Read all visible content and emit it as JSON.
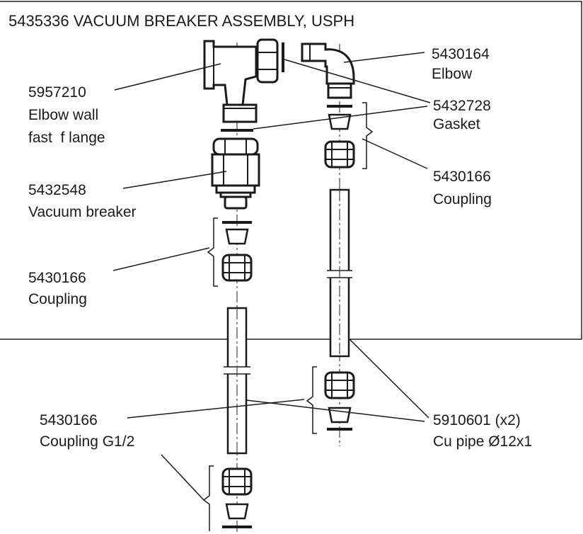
{
  "title": "5435336 VACUUM BREAKER ASSEMBLY, USPH",
  "callouts": {
    "elbow": {
      "code": "5430164",
      "name": "Elbow"
    },
    "elbow_wall": {
      "code": "5957210",
      "name_line1": "Elbow wall",
      "name_line2": "fast  f lange"
    },
    "gasket": {
      "code": "5432728",
      "name": "Gasket"
    },
    "coupling_right": {
      "code": "5430166",
      "name": "Coupling"
    },
    "vacuum_breaker": {
      "code": "5432548",
      "name": "Vacuum breaker"
    },
    "coupling_left": {
      "code": "5430166",
      "name": "Coupling"
    },
    "coupling_g12": {
      "code": "5430166",
      "name": "Coupling G1/2"
    },
    "cu_pipe": {
      "code": "5910601 (x2)",
      "name": "Cu pipe Ø12x1"
    }
  }
}
